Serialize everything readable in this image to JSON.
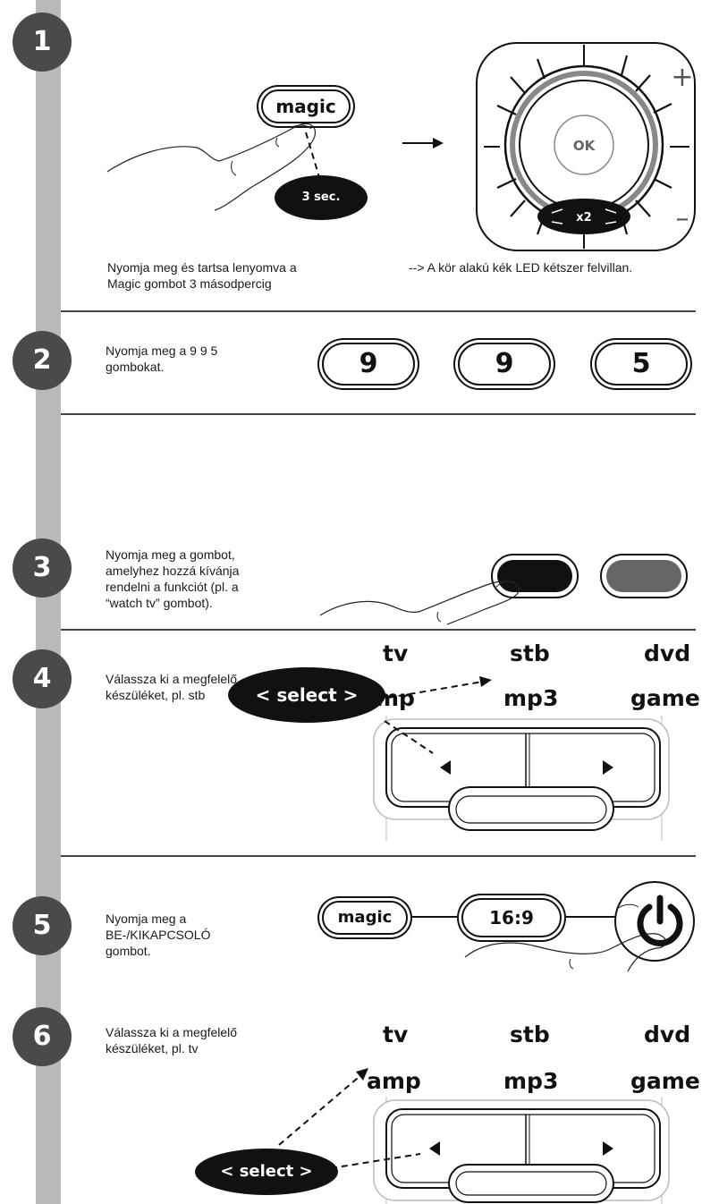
{
  "steps": [
    {
      "number": "1",
      "text_left": "Nyomja meg és tartsa lenyomva a Magic gombot 3 másodpercig",
      "text_right": "--> A kör alakú kék LED kétszer felvillan."
    },
    {
      "number": "2",
      "text": "Nyomja meg a 9 9 5 gombokat."
    },
    {
      "number": "3",
      "text": "Nyomja meg a gombot, amelyhez hozzá kívánja rendelni a funkciót (pl. a “watch tv” gombot)."
    },
    {
      "number": "4",
      "text": "Válassza ki a megfelelő készüléket, pl. stb"
    },
    {
      "number": "5",
      "text": "Nyomja meg a BE-/KIKAPCSOLÓ gombot."
    },
    {
      "number": "6",
      "text": "Válassza ki a megfelelő készüléket, pl. tv"
    }
  ],
  "labels": {
    "magic": "magic",
    "three_sec": "3 sec.",
    "ok": "OK",
    "x2": "x2",
    "plus": "+",
    "minus": "–",
    "key1": "9",
    "key2": "9",
    "key3": "5",
    "select": "< select >",
    "ratio": "16:9"
  },
  "devices_step4": [
    "tv",
    "stb",
    "dvd",
    "mp",
    "mp3",
    "game"
  ],
  "devices_step6": [
    "tv",
    "stb",
    "dvd",
    "amp",
    "mp3",
    "game"
  ],
  "colors": {
    "sidebar": "#b9b9b9",
    "badge": "#4a4a4a",
    "dark": "#111111"
  }
}
